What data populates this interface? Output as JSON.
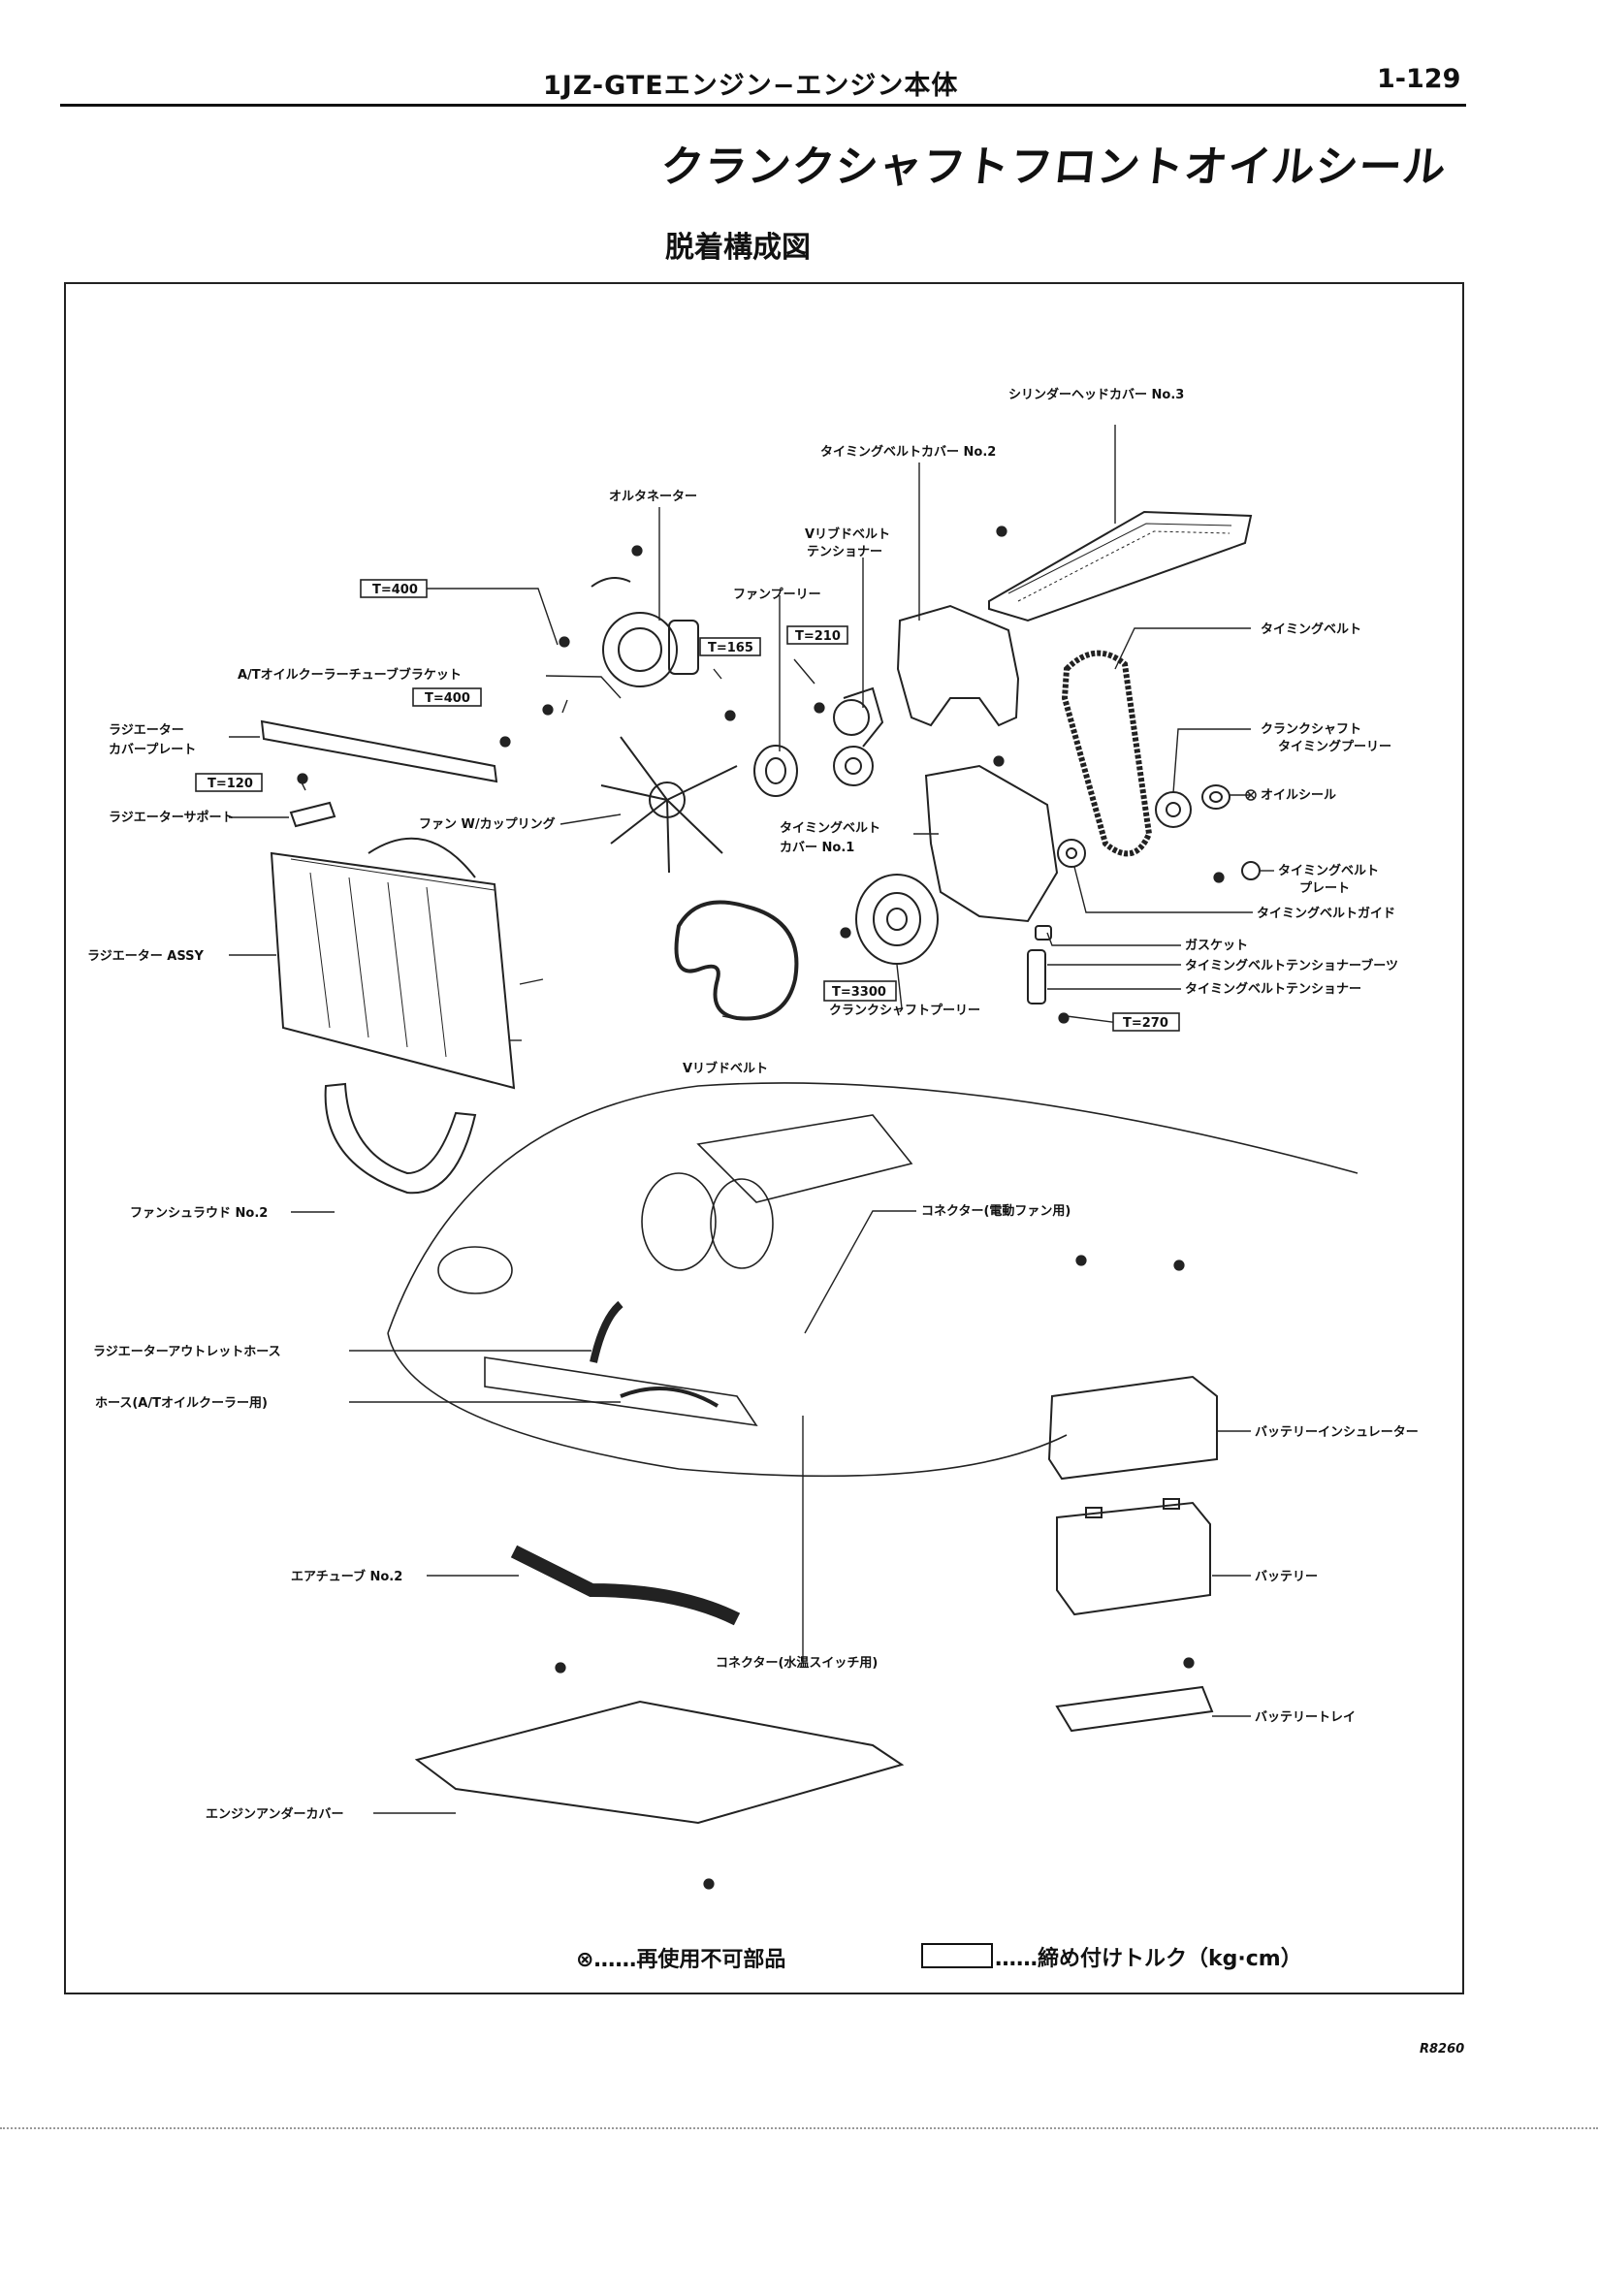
{
  "header": {
    "title": "1JZ-GTEエンジン−エンジン本体",
    "page": "1-129"
  },
  "main_title": "クランクシャフトフロントオイルシール",
  "sub_title": "脱着構成図",
  "labels": {
    "cyl_head_cover": "シリンダーヘッドカバー No.3",
    "tb_cover2": "タイミングベルトカバー No.2",
    "alternator": "オルタネーター",
    "vrib_tensioner_1": "Vリブドベルト",
    "vrib_tensioner_2": "テンショナー",
    "fan_pulley": "ファンプーリー",
    "timing_belt": "タイミングベルト",
    "at_bracket": "A/Tオイルクーラーチューブブラケット",
    "rad_cover_1": "ラジエーター",
    "rad_cover_2": "カバープレート",
    "crank_tp_1": "クランクシャフト",
    "crank_tp_2": "タイミングプーリー",
    "oil_seal": "オイルシール",
    "rad_support": "ラジエーターサポート",
    "fan_coupling": "ファン W/カップリング",
    "tb_cover1_1": "タイミングベルト",
    "tb_cover1_2": "カバー No.1",
    "tb_plate_1": "タイミングベルト",
    "tb_plate_2": "プレート",
    "tb_guide": "タイミングベルトガイド",
    "rad_assy": "ラジエーター ASSY",
    "gasket": "ガスケット",
    "tb_tensioner_boot": "タイミングベルトテンショナーブーツ",
    "tb_tensioner": "タイミングベルトテンショナー",
    "crank_pulley": "クランクシャフトプーリー",
    "vrib_belt": "Vリブドベルト",
    "fan_shroud": "ファンシュラウド No.2",
    "connector_fan": "コネクター(電動ファン用)",
    "rad_outlet_hose": "ラジエーターアウトレットホース",
    "hose_at": "ホース(A/Tオイルクーラー用)",
    "battery_insulator": "バッテリーインシュレーター",
    "air_tube": "エアチューブ No.2",
    "battery": "バッテリー",
    "connector_water": "コネクター(水温スイッチ用)",
    "battery_tray": "バッテリートレイ",
    "engine_under_cover": "エンジンアンダーカバー"
  },
  "torques": {
    "t400a": "T=400",
    "t165": "T=165",
    "t210": "T=210",
    "t400b": "T=400",
    "t120": "T=120",
    "t3300": "T=3300",
    "t270": "T=270"
  },
  "legend": {
    "non_reusable": "⊗……再使用不可部品",
    "torque": "……締め付けトルク（kg·cm）"
  },
  "ref_code": "R8260"
}
